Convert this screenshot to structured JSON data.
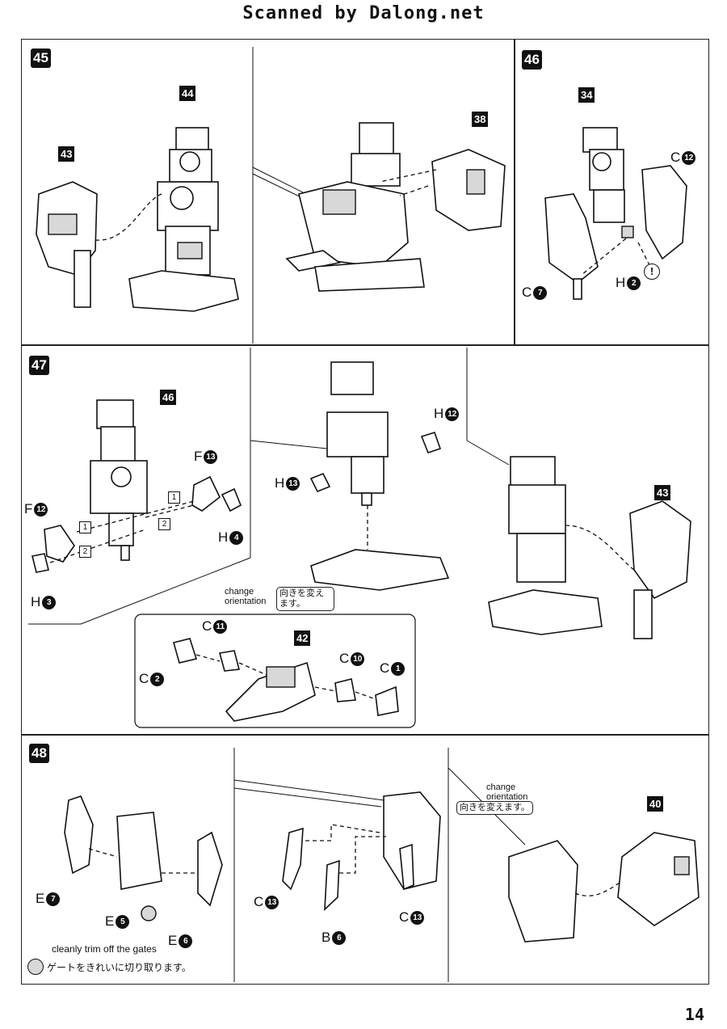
{
  "header": {
    "title": "Scanned by Dalong.net"
  },
  "page_number": "14",
  "steps": {
    "s45": {
      "number": "45",
      "parts": {
        "p44": "44",
        "p43": "43",
        "p38": "38"
      }
    },
    "s46": {
      "number": "46",
      "parts": {
        "p34": "34"
      },
      "labels": {
        "c12": {
          "letter": "C",
          "num": "12"
        },
        "c7": {
          "letter": "C",
          "num": "7"
        },
        "h2": {
          "letter": "H",
          "num": "2"
        },
        "warn": "!"
      }
    },
    "s47": {
      "number": "47",
      "parts": {
        "p46": "46",
        "p43": "43",
        "p42": "42"
      },
      "labels": {
        "f13": {
          "letter": "F",
          "num": "13"
        },
        "f12": {
          "letter": "F",
          "num": "12"
        },
        "h4": {
          "letter": "H",
          "num": "4"
        },
        "h3": {
          "letter": "H",
          "num": "3"
        },
        "h12": {
          "letter": "H",
          "num": "12"
        },
        "h13": {
          "letter": "H",
          "num": "13"
        },
        "c11": {
          "letter": "C",
          "num": "11"
        },
        "c2": {
          "letter": "C",
          "num": "2"
        },
        "c10": {
          "letter": "C",
          "num": "10"
        },
        "c1": {
          "letter": "C",
          "num": "1"
        }
      },
      "seq": {
        "a": "1",
        "b": "2",
        "c": "1",
        "d": "2"
      },
      "orientation_en": "change orientation",
      "orientation_jp": "向きを変え ます。"
    },
    "s48": {
      "number": "48",
      "parts": {
        "p40": "40"
      },
      "labels": {
        "e7": {
          "letter": "E",
          "num": "7"
        },
        "e5": {
          "letter": "E",
          "num": "5"
        },
        "e6": {
          "letter": "E",
          "num": "6"
        },
        "c13a": {
          "letter": "C",
          "num": "13"
        },
        "b6": {
          "letter": "B",
          "num": "6"
        },
        "c13b": {
          "letter": "C",
          "num": "13"
        }
      },
      "orientation_en": "change orientation",
      "orientation_jp": "向きを変えます。",
      "note_en": "cleanly trim off the gates",
      "note_jp": "ゲートをきれいに切り取ります。"
    }
  }
}
